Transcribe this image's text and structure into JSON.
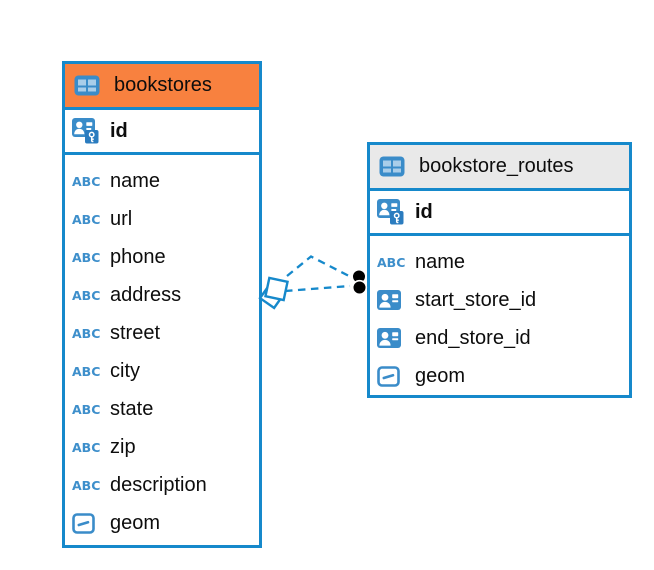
{
  "colors": {
    "accent_blue": "#1689CB",
    "icon_blue": "#3A8CC9",
    "icon_cell_blue": "#A9CDE9",
    "bookstores_header_bg": "#F8813F",
    "routes_header_bg": "#E9E9E9",
    "relationship_line": "#1689CB",
    "dot_marker": "#000000",
    "text": "#0d0d0d"
  },
  "icons": {
    "text_glyph": "ABC"
  },
  "tables": [
    {
      "name": "bookstores",
      "icon": "table-icon",
      "key_column": {
        "name": "id",
        "icon": "primary-key-icon"
      },
      "columns": [
        {
          "name": "name",
          "icon": "text-icon"
        },
        {
          "name": "url",
          "icon": "text-icon"
        },
        {
          "name": "phone",
          "icon": "text-icon"
        },
        {
          "name": "address",
          "icon": "text-icon"
        },
        {
          "name": "street",
          "icon": "text-icon"
        },
        {
          "name": "city",
          "icon": "text-icon"
        },
        {
          "name": "state",
          "icon": "text-icon"
        },
        {
          "name": "zip",
          "icon": "text-icon"
        },
        {
          "name": "description",
          "icon": "text-icon"
        },
        {
          "name": "geom",
          "icon": "geometry-icon"
        }
      ]
    },
    {
      "name": "bookstore_routes",
      "icon": "table-icon",
      "key_column": {
        "name": "id",
        "icon": "primary-key-icon"
      },
      "columns": [
        {
          "name": "name",
          "icon": "text-icon"
        },
        {
          "name": "start_store_id",
          "icon": "reference-icon"
        },
        {
          "name": "end_store_id",
          "icon": "reference-icon"
        },
        {
          "name": "geom",
          "icon": "geometry-icon"
        }
      ]
    }
  ],
  "relationship": {
    "from_table": "bookstores",
    "to_table": "bookstore_routes",
    "line_style": "dashed",
    "line_count": 2,
    "left_endpoint": "diamond-marker",
    "right_endpoint": "dot-marker"
  }
}
